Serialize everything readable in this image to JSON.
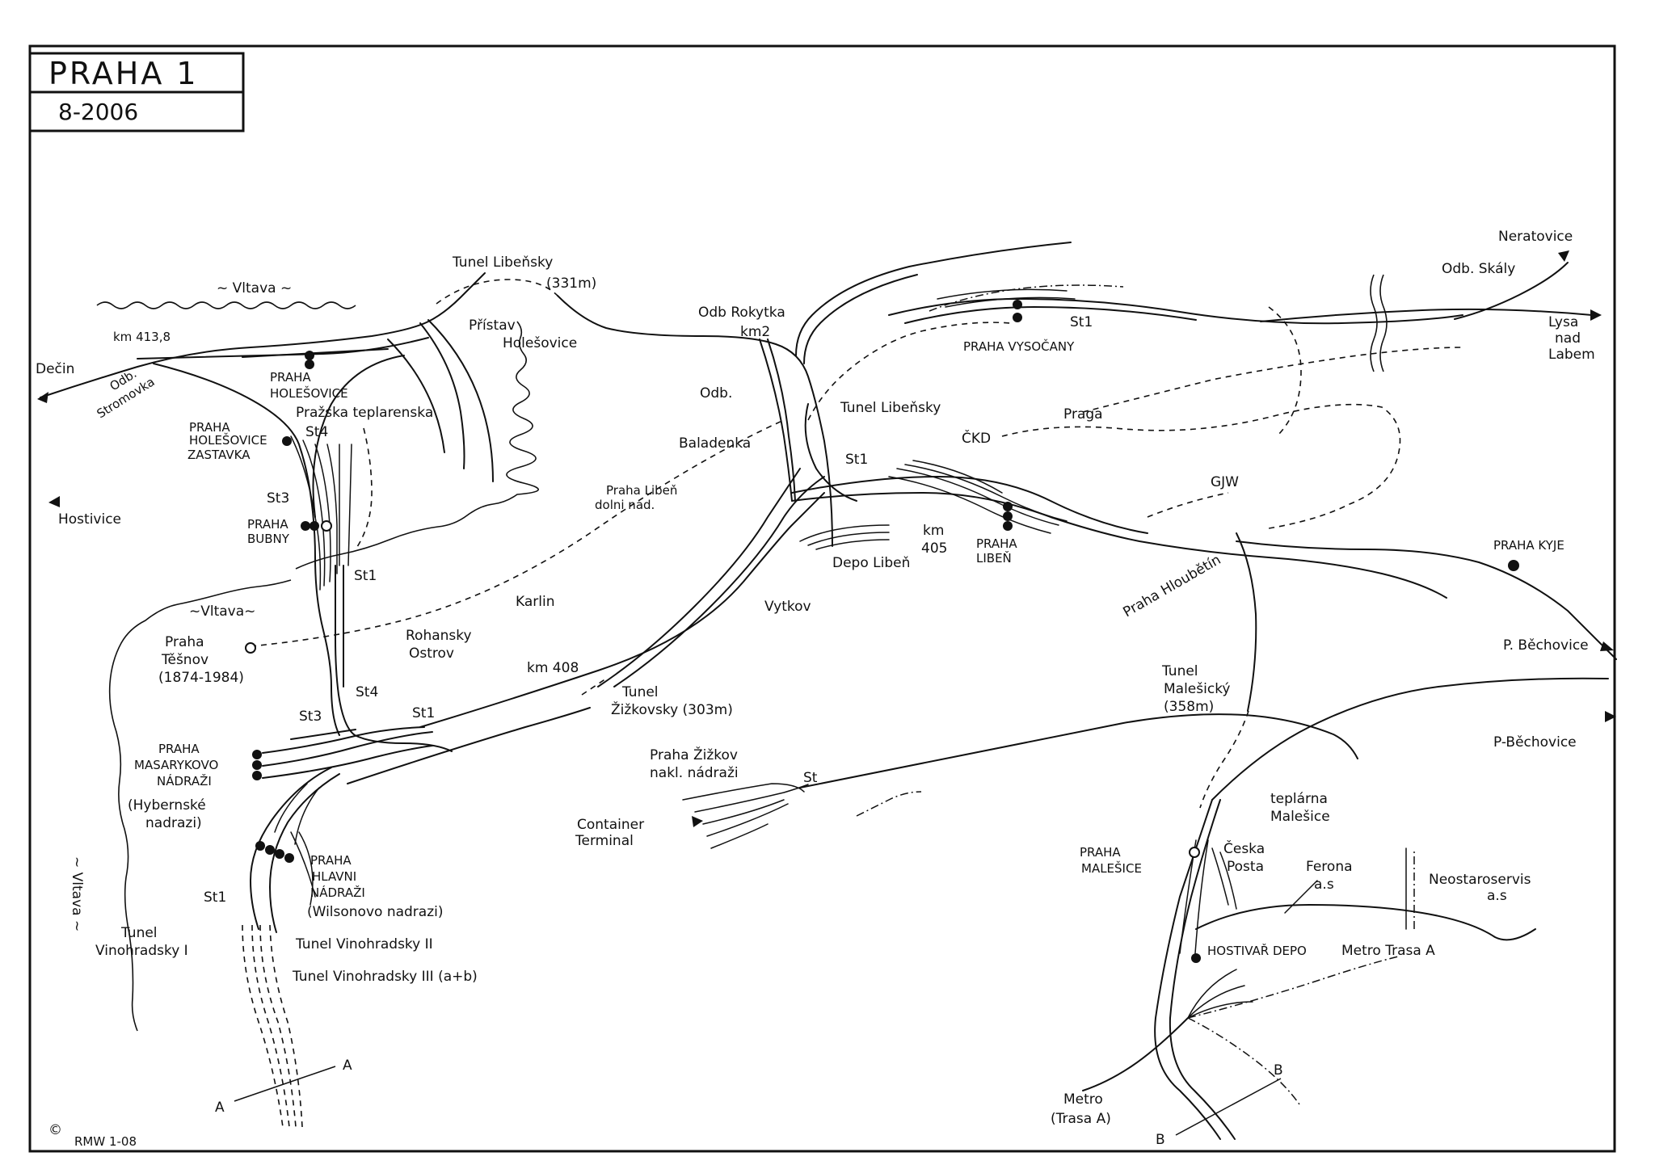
{
  "title": {
    "name": "PRAHA 1",
    "date": "8-2006"
  },
  "credit": {
    "symbol": "©",
    "text": "RMW 1-08"
  },
  "labels": {
    "decin": "Dečin",
    "km4138": "km 413,8",
    "odb_stromovka": [
      "Odb.",
      "Stromovka"
    ],
    "vltava_top": "~ Vltava ~",
    "vltava_mid": "~Vltava~",
    "vltava_left": "~ Vltava ~",
    "tunel_libensky_top": "Tunel Libeňsky",
    "tunel_libensky_len": "(331m)",
    "pristav": [
      "Přístav",
      "Holešovice"
    ],
    "odb_rokytka": "Odb Rokytka",
    "km2": "km2",
    "odb_baladenka": [
      "Odb.",
      "Baladenka"
    ],
    "tunel_libensky_mid": "Tunel Libeňsky",
    "praha_holesovice": [
      "PRAHA",
      "HOLEŠOVICE"
    ],
    "prazska_teplarenska": "Pražska teplarenska",
    "praha_holesovice_zastavka": [
      "PRAHA",
      "HOLEŠOVICE",
      "ZASTAVKA"
    ],
    "st4_top": "St4",
    "st3_top": "St3",
    "hostivice": "Hostivice",
    "praha_bubny": [
      "PRAHA",
      "BUBNY"
    ],
    "st1_bubny": "St1",
    "praha_liben_dolni": [
      "Praha Libeň",
      "dolni nad."
    ],
    "karlin": "Karlin",
    "rohansky": [
      "Rohansky",
      "Ostrov"
    ],
    "praha_tesnov": [
      "Praha",
      "Těšnov",
      "(1874-1984)"
    ],
    "km408": "km 408",
    "tunel_zizkovsky": [
      "Tunel",
      "Žižkovsky (303m)"
    ],
    "vytkov": "Vytkov",
    "depo_liben": "Depo Libeň",
    "km405": [
      "km",
      "405"
    ],
    "praha_liben": [
      "PRAHA",
      "LIBEŇ"
    ],
    "st1_liben": "St1",
    "praha_vysocany": "PRAHA VYSOČANY",
    "st1_vysocany": "St1",
    "praga": "Praga",
    "ckd": "ČKD",
    "gjw": "GJW",
    "praha_hloubetin": "Praha Hloubětín",
    "neratovice": "Neratovice",
    "odb_skaly": "Odb. Skály",
    "lysa": [
      "Lysa",
      "nad",
      "Labem"
    ],
    "praha_kyje": "PRAHA KYJE",
    "p_bechovice_1": "P. Běchovice",
    "p_bechovice_2": "P-Běchovice",
    "tunel_malesicky": [
      "Tunel",
      "Malešický",
      "(358m)"
    ],
    "st4_mas": "St4",
    "st3_mas": "St3",
    "st1_mas": "St1",
    "praha_masarykovo": [
      "PRAHA",
      "MASARYKOVO",
      "NÁDRAŽI",
      "(Hybernské",
      "nadrazi)"
    ],
    "praha_hlavni": [
      "PRAHA",
      "HLAVNI",
      "NÁDRAŽI",
      "(Wilsonovo nadrazi)"
    ],
    "st1_hlavni": "St1",
    "tunel_vino_1": [
      "Tunel",
      "Vinohradsky I"
    ],
    "tunel_vino_2": "Tunel Vinohradsky II",
    "tunel_vino_3": "Tunel Vinohradsky III (a+b)",
    "praha_zizkov": [
      "Praha Žižkov",
      "nakl. nádraži"
    ],
    "st_zizkov": "St",
    "container": [
      "Container",
      "Terminal"
    ],
    "teplarna": [
      "teplárna",
      "Malešice"
    ],
    "praha_malesice": [
      "PRAHA",
      "MALEŠICE"
    ],
    "ceska_posta": [
      "Česka",
      "Posta"
    ],
    "ferona": [
      "Ferona",
      "a.s"
    ],
    "neostaroservis": [
      "Neostaroservis",
      "a.s"
    ],
    "hostivar_depo": "HOSTIVAŘ DEPO",
    "metro_trasa_a": "Metro Trasa A",
    "metro_left": [
      "Metro",
      "(Trasa A)"
    ],
    "sect_a": "A",
    "sect_b": "B"
  }
}
